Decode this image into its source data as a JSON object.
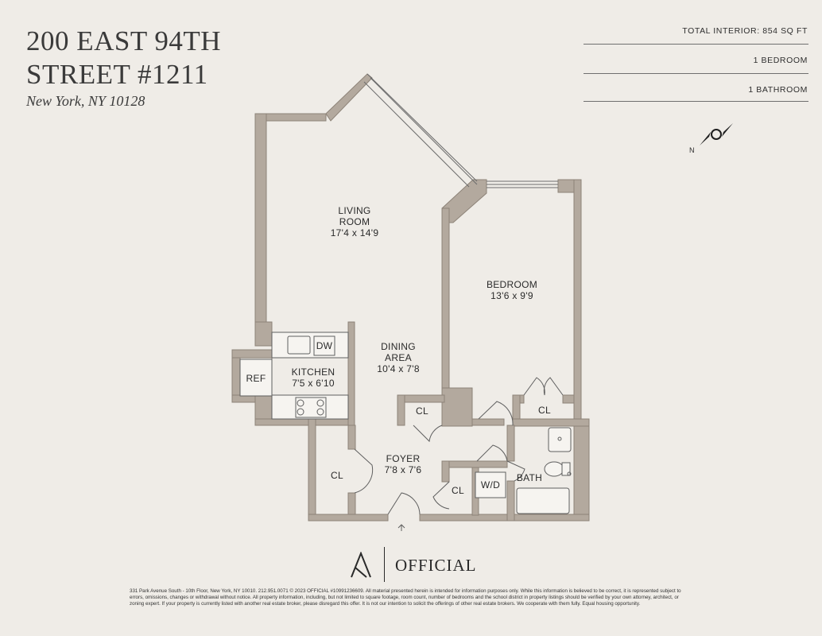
{
  "listing": {
    "title_line1": "200 EAST 94TH",
    "title_line2": "STREET #1211",
    "location": "New York, NY 10128"
  },
  "stats": {
    "interior": "TOTAL INTERIOR: 854 SQ FT",
    "bedrooms": "1 BEDROOM",
    "bathrooms": "1 BATHROOM"
  },
  "compass": {
    "north_label": "N"
  },
  "rooms": {
    "living_name_1": "LIVING",
    "living_name_2": "ROOM",
    "living_dims": "17'4 x 14'9",
    "bedroom_name": "BEDROOM",
    "bedroom_dims": "13'6 x 9'9",
    "dining_name_1": "DINING",
    "dining_name_2": "AREA",
    "dining_dims": "10'4 x 7'8",
    "kitchen_name": "KITCHEN",
    "kitchen_dims": "7'5 x 6'10",
    "foyer_name": "FOYER",
    "foyer_dims": "7'8 x 7'6",
    "bath_name": "BATH",
    "ref": "REF",
    "dw": "DW",
    "wd": "W/D",
    "closet": "CL"
  },
  "brand": {
    "name": "OFFICIAL"
  },
  "disclaimer": "331 Park Avenue South - 10th Floor, New York, NY 10010. 212.951.0071 © 2023 OFFICIAL #10991236609. All material presented herein is intended for information purposes only. While this information is believed to be correct, it is represented subject to errors, omissions, changes or withdrawal without notice. All property information, including, but not limited to square footage, room count, number of bedrooms and the school district in property listings should be verified by your own attorney, architect, or zoning expert. If your property is currently listed with another real estate broker, please disregard this offer. It is not our intention to solicit the offerings of other real estate brokers. We cooperate with them fully. Equal housing opportunity.",
  "colors": {
    "wall": "#b3a99e",
    "wall_stroke": "#8d8378",
    "background": "#efece7"
  }
}
